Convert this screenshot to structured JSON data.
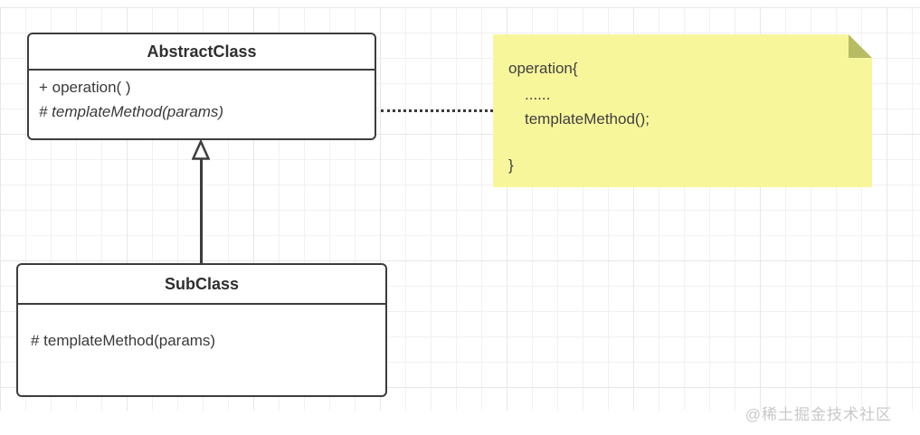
{
  "abstract_class": {
    "title": "AbstractClass",
    "methods": [
      {
        "text": "+ operation( )",
        "italic": false
      },
      {
        "text": "# templateMethod(params)",
        "italic": true
      }
    ]
  },
  "sub_class": {
    "title": "SubClass",
    "methods": [
      {
        "text": "# templateMethod(params)",
        "italic": false
      }
    ]
  },
  "note": {
    "line1": "operation{",
    "line2": "......",
    "line3": "templateMethod();",
    "line4": "}",
    "bg_color": "#f8f69b",
    "fold_color": "#b7bb64"
  },
  "connectors": {
    "inheritance": "SubClass to AbstractClass, hollow triangle arrowhead",
    "note_link": "dotted line from AbstractClass to note"
  },
  "colors": {
    "shape_border": "#3d3d3d",
    "text": "#3a3a3a",
    "grid_line": "#f1f1f1",
    "watermark": "#c9c9c9"
  },
  "watermark": "@稀土掘金技术社区"
}
